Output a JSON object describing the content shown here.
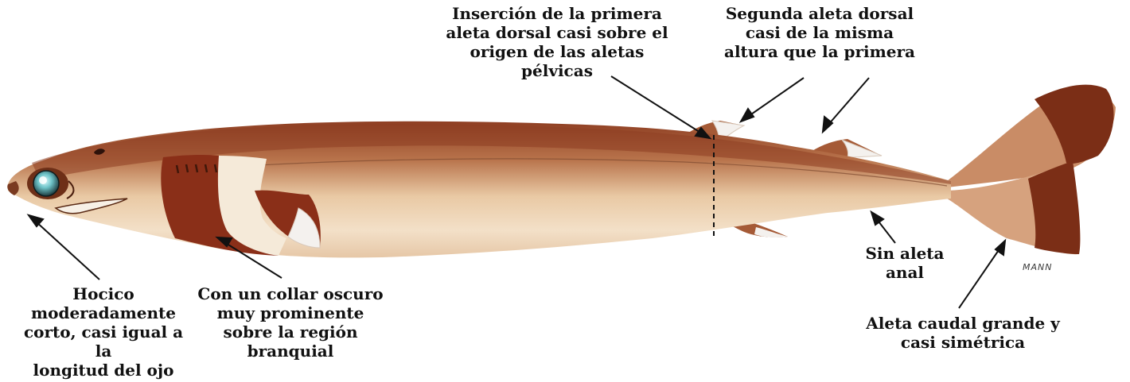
{
  "labels": {
    "first_dorsal": "Inserción de la primera\naleta dorsal casi sobre el\norigen de las aletas pélvicas",
    "second_dorsal": "Segunda aleta dorsal\ncasi de la misma\naltura que la primera",
    "snout": "Hocico\nmoderadamente\ncorto, casi igual a la\nlongitud del ojo",
    "collar": "Con un collar oscuro\nmuy prominente\nsobre la región\nbranquial",
    "no_anal": "Sin aleta\nanal",
    "caudal": "Aleta caudal grande y\ncasi simétrica"
  },
  "artist_signature": "MANN",
  "colors": {
    "body_dark": "#8e3e22",
    "body_mid": "#b8734b",
    "belly": "#f1dcc1",
    "collar": "#8a2f18",
    "fin_tip": "#f4f1ee",
    "arrow": "#111111"
  }
}
